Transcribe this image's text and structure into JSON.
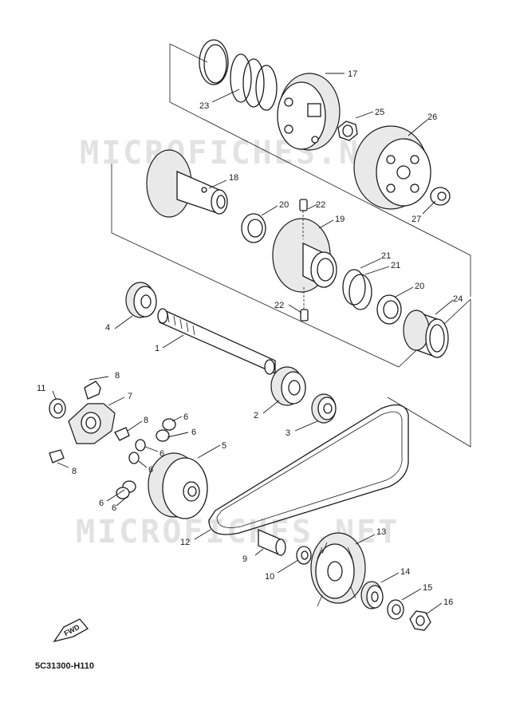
{
  "watermark": "MICROFICHES.NET",
  "diagram_code": "5C31300-H110",
  "fwd_label": "FWD",
  "callouts": {
    "c1": "1",
    "c2": "2",
    "c3": "3",
    "c4": "4",
    "c5": "5",
    "c6a": "6",
    "c6b": "6",
    "c6c": "6",
    "c6d": "6",
    "c6e": "6",
    "c6f": "6",
    "c7": "7",
    "c8a": "8",
    "c8b": "8",
    "c8c": "8",
    "c9": "9",
    "c10": "10",
    "c11": "11",
    "c12": "12",
    "c13": "13",
    "c14": "14",
    "c15": "15",
    "c16": "16",
    "c17": "17",
    "c18": "18",
    "c19": "19",
    "c20a": "20",
    "c20b": "20",
    "c21a": "21",
    "c21b": "21",
    "c22a": "22",
    "c22b": "22",
    "c23": "23",
    "c24": "24",
    "c25": "25",
    "c26": "26",
    "c27": "27"
  }
}
